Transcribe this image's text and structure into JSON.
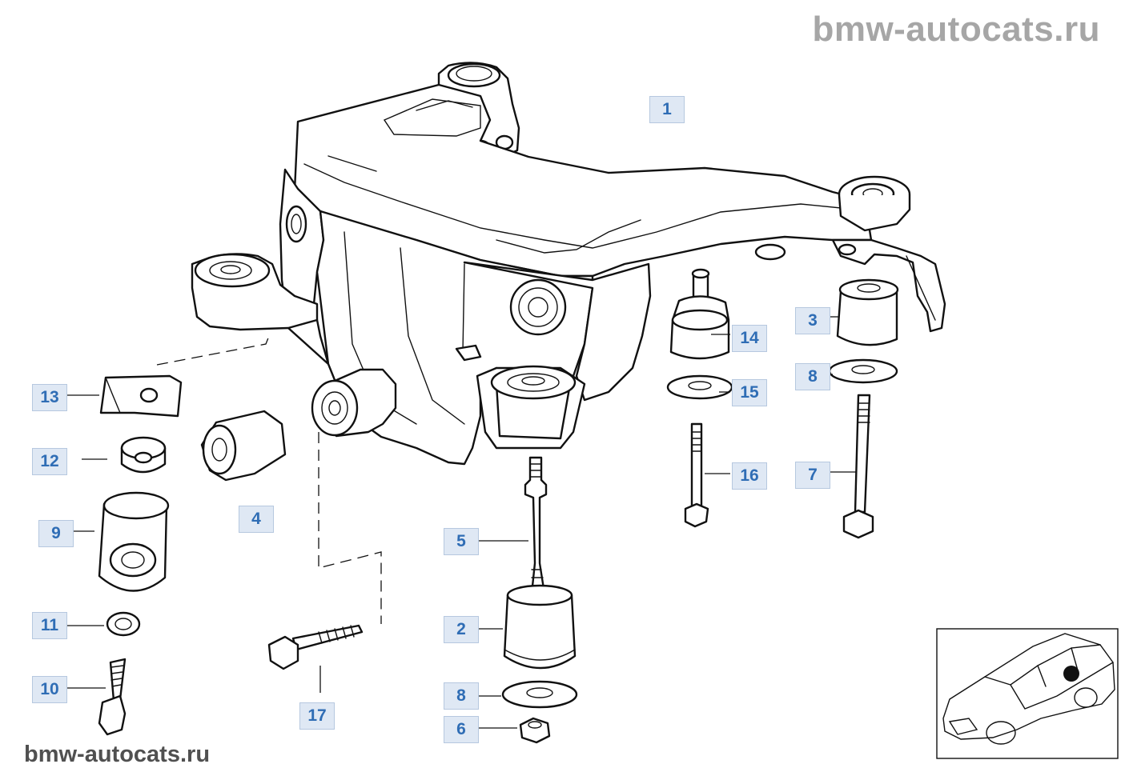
{
  "watermark_top": "bmw-autocats.ru",
  "watermark_bottom": "bmw-autocats.ru",
  "callouts": [
    {
      "id": "c1",
      "label": "1"
    },
    {
      "id": "c2",
      "label": "2"
    },
    {
      "id": "c3",
      "label": "3"
    },
    {
      "id": "c4",
      "label": "4"
    },
    {
      "id": "c5",
      "label": "5"
    },
    {
      "id": "c6",
      "label": "6"
    },
    {
      "id": "c7",
      "label": "7"
    },
    {
      "id": "c8a",
      "label": "8"
    },
    {
      "id": "c8b",
      "label": "8"
    },
    {
      "id": "c9",
      "label": "9"
    },
    {
      "id": "c10",
      "label": "10"
    },
    {
      "id": "c11",
      "label": "11"
    },
    {
      "id": "c12",
      "label": "12"
    },
    {
      "id": "c13",
      "label": "13"
    },
    {
      "id": "c14",
      "label": "14"
    },
    {
      "id": "c15",
      "label": "15"
    },
    {
      "id": "c16",
      "label": "16"
    },
    {
      "id": "c17",
      "label": "17"
    }
  ]
}
